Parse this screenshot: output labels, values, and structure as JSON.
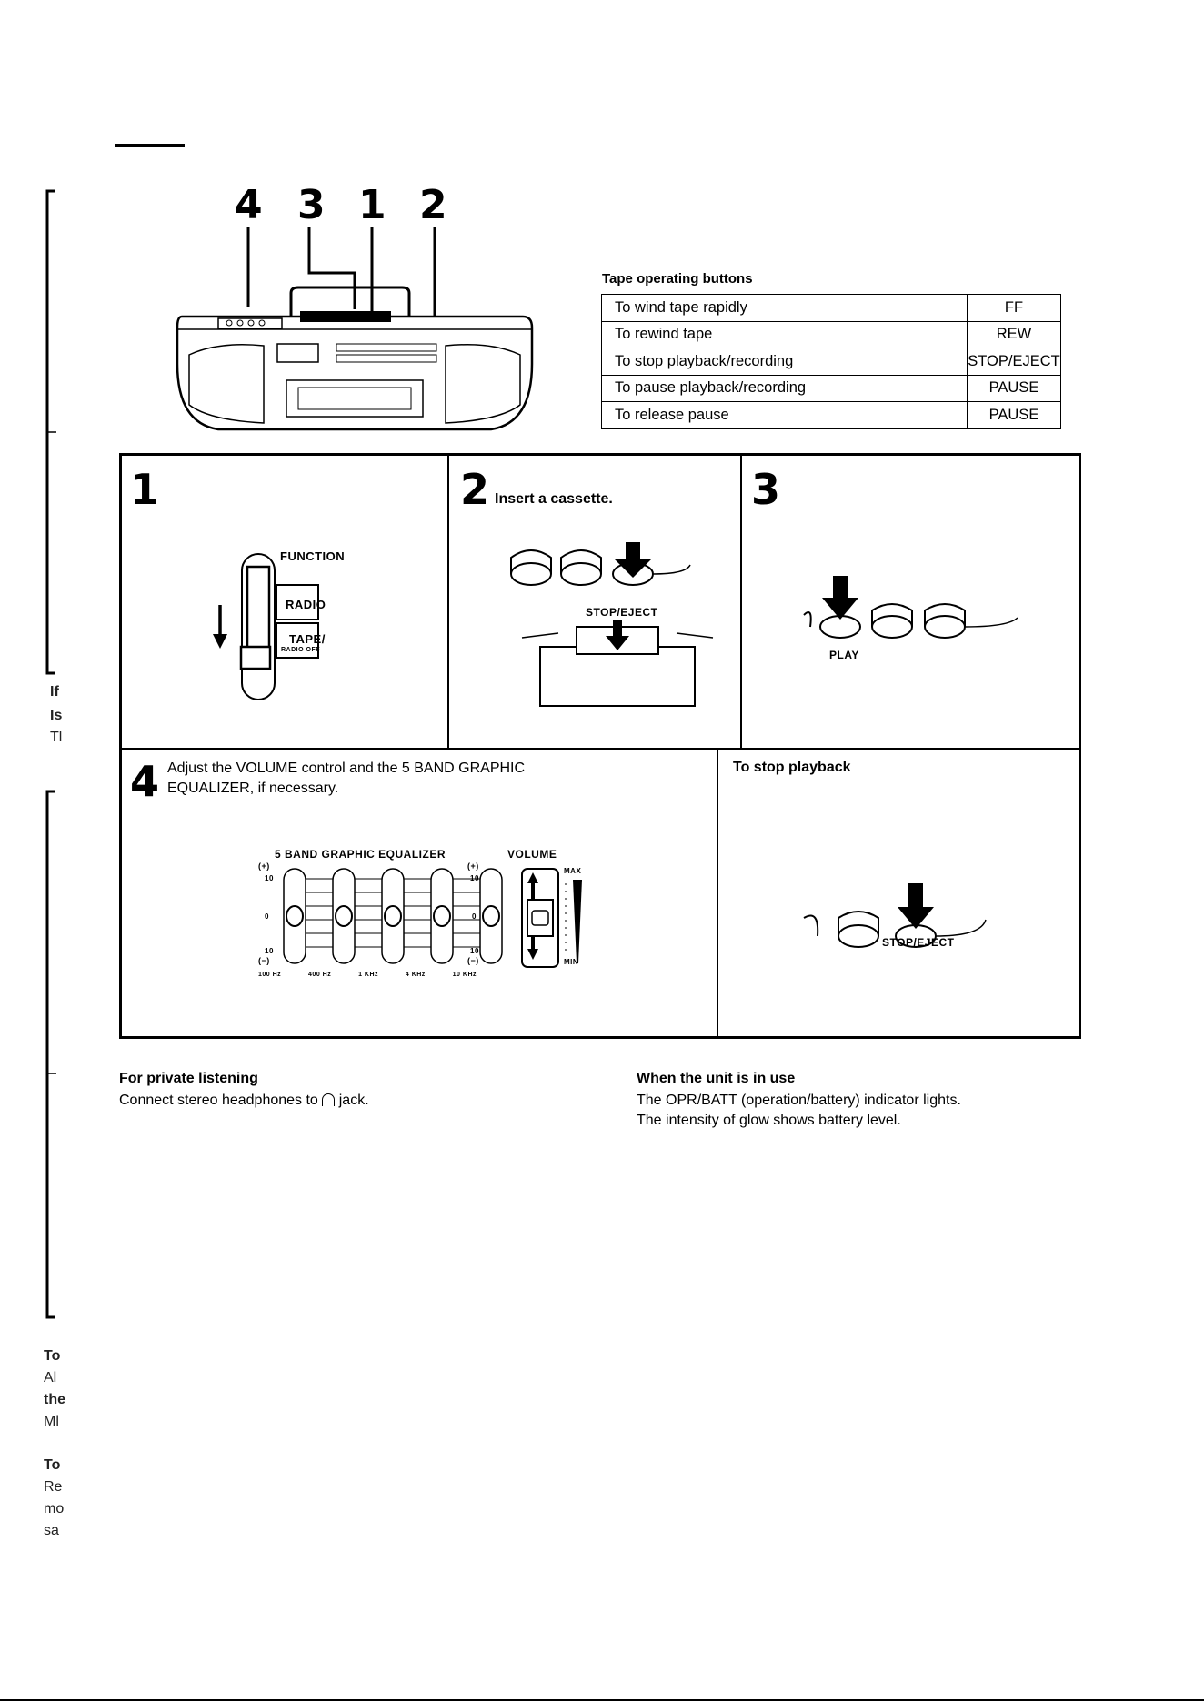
{
  "callouts": [
    "4",
    "3",
    "1",
    "2"
  ],
  "tape_table": {
    "title": "Tape operating buttons",
    "rows": [
      {
        "action": "To wind tape rapidly",
        "button": "FF"
      },
      {
        "action": "To rewind tape",
        "button": "REW"
      },
      {
        "action": "To stop playback/recording",
        "button": "STOP/EJECT"
      },
      {
        "action": "To pause playback/recording",
        "button": "PAUSE"
      },
      {
        "action": "To release pause",
        "button": "PAUSE"
      }
    ]
  },
  "steps": {
    "s1": {
      "num": "1",
      "labels": {
        "function": "FUNCTION",
        "radio": "RADIO",
        "tape": "TAPE/",
        "radio_off": "RADIO OFF"
      }
    },
    "s2": {
      "num": "2",
      "text": "Insert a cassette.",
      "label": "STOP/EJECT"
    },
    "s3": {
      "num": "3",
      "label": "PLAY"
    },
    "s4": {
      "num": "4",
      "text_line1": "Adjust the VOLUME control and the 5 BAND GRAPHIC",
      "text_line2": "EQUALIZER, if necessary.",
      "eq_label": "5 BAND GRAPHIC EQUALIZER",
      "volume_label": "VOLUME",
      "plus": "(+)",
      "minus": "(−)",
      "ten": "10",
      "zero": "0",
      "max": "MAX",
      "min": "MIN",
      "freqs": [
        "100 Hz",
        "400 Hz",
        "1 KHz",
        "4 KHz",
        "10 KHz"
      ]
    },
    "stop": {
      "title": "To stop playback",
      "label": "STOP/EJECT"
    }
  },
  "footer": {
    "left_title": "For private listening",
    "left_text": "Connect stereo headphones to",
    "left_text_end": "jack.",
    "right_title": "When the unit is in use",
    "right_line1": "The OPR/BATT (operation/battery) indicator lights.",
    "right_line2": "The intensity of glow shows battery level."
  },
  "edge_fragments": [
    "If",
    "Is",
    "Tl",
    "To",
    "Al",
    "the",
    "Ml",
    "To",
    "Re",
    "mo",
    "sa"
  ]
}
